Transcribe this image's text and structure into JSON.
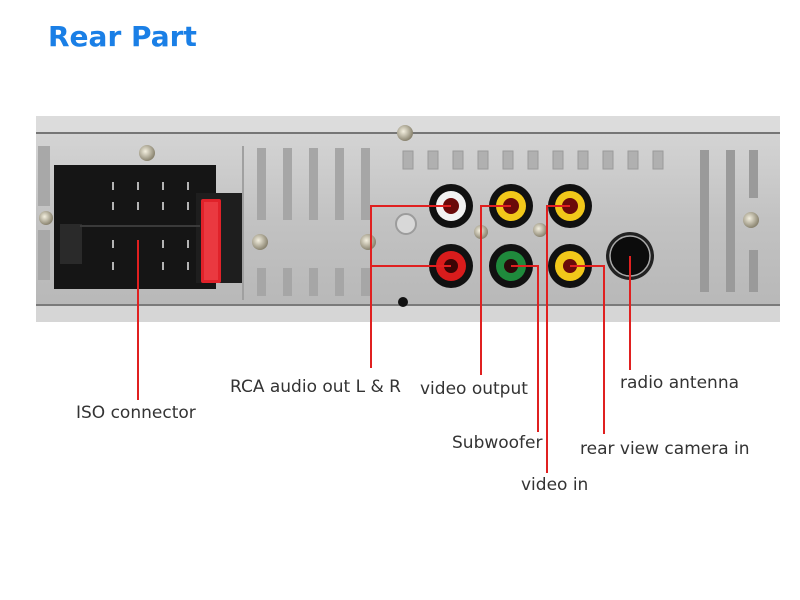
{
  "title": "Rear Part",
  "colors": {
    "title": "#1a7fe6",
    "leader": "#e02020",
    "label_text": "#333333",
    "chassis": "#c4c4c4",
    "jack_white": "#f2f2f2",
    "jack_red": "#d91c1c",
    "jack_yellow": "#f2c81a",
    "jack_green": "#1f8a3c",
    "fuse": "#e0222a"
  },
  "labels": {
    "iso_connector": "ISO connector",
    "rca_audio_out": "RCA audio out L & R",
    "video_output": "video output",
    "subwoofer": "Subwoofer",
    "video_in": "video in",
    "radio_antenna": "radio antenna",
    "rear_view_camera_in": "rear view camera in"
  }
}
